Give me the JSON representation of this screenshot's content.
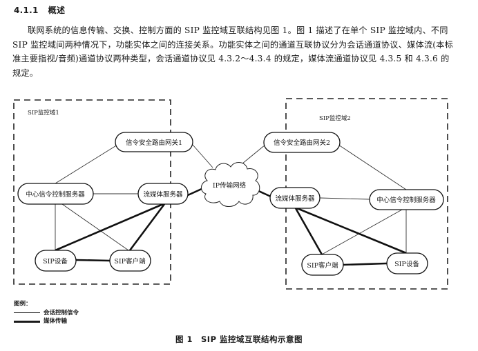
{
  "section": {
    "number": "4.1.1",
    "title": "概述"
  },
  "paragraph": "联网系统的信息传输、交换、控制方面的 SIP 监控域互联结构见图 1。图 1 描述了在单个 SIP 监控域内、不同 SIP 监控域间两种情况下，功能实体之间的连接关系。功能实体之间的通道互联协议分为会话通道协议、媒体流(本标准主要指视/音频)通道协议两种类型，会话通道协议见 4.3.2～4.3.4 的规定，媒体流通道协议见 4.3.5 和 4.3.6 的规定。",
  "diagram": {
    "domain1": {
      "label": "SIP监控域1",
      "gateway": "信令安全路由网关1",
      "center_server": "中心信令控制服务器",
      "media_server": "流媒体服务器",
      "sip_device": "SIP设备",
      "sip_client": "SIP客户端"
    },
    "domain2": {
      "label": "SIP监控域2",
      "gateway": "信令安全路由网关2",
      "center_server": "中心信令控制服务器",
      "media_server": "流媒体服务器",
      "sip_device": "SIP设备",
      "sip_client": "SIP客户端"
    },
    "network": "IP传输网络"
  },
  "legend": {
    "title": "图例：",
    "items": [
      {
        "type": "thin",
        "label": "会话控制信令"
      },
      {
        "type": "thick",
        "label": "媒体传输"
      }
    ]
  },
  "caption": "图 1　SIP 监控域互联结构示意图"
}
